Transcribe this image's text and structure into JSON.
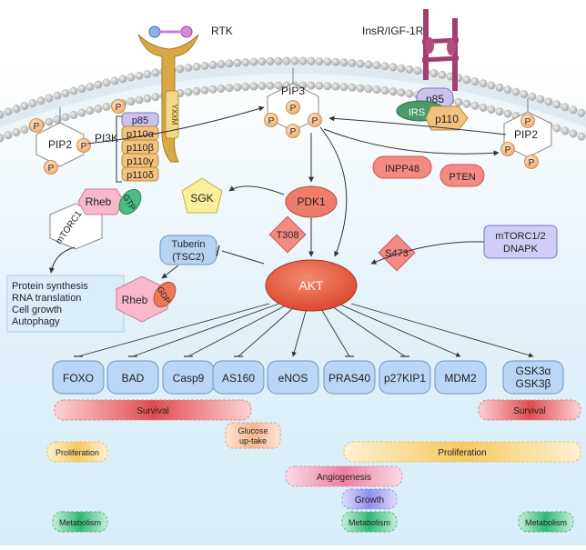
{
  "receptors": {
    "rtk": "RTK",
    "rtk_motif": "YXXM",
    "insr": "InsR/IGF-1R"
  },
  "phospho": "P",
  "lipids": {
    "pip2_left": "PIP2",
    "pip3": "PIP3",
    "pip2_right": "PIP2"
  },
  "pi3k": {
    "label": "PI3K",
    "subunits": [
      "p85",
      "p110α",
      "p110β",
      "p110γ",
      "p110δ"
    ]
  },
  "insr_complex": {
    "p85": "p85",
    "irs": "IRS",
    "p110": "p110"
  },
  "phosphatases": {
    "inpp4b": "INPP48",
    "pten": "PTEN"
  },
  "mtor_left": {
    "mtorc1": "mTORC1",
    "rheb": "Rheb",
    "gtp": "GTP"
  },
  "outputs_list": [
    "Protein synthesis",
    "RNA translation",
    "Cell growth",
    "Autophagy"
  ],
  "tsc": {
    "line1": "Tuberin",
    "line2": "(TSC2)"
  },
  "rheb_gdp": {
    "rheb": "Rheb",
    "gdp": "GDP"
  },
  "kinases": {
    "sgk": "SGK",
    "pdk1": "PDK1",
    "t308": "T308",
    "s473": "S473",
    "mtorc2_line1": "mTORC1/2",
    "mtorc2_line2": "DNAPK",
    "akt": "AKT"
  },
  "targets": [
    "FOXO",
    "BAD",
    "Casp9",
    "AS160",
    "eNOS",
    "PRAS40",
    "p27KIP1",
    "MDM2"
  ],
  "target_gsk": [
    "GSK3α",
    "GSK3β"
  ],
  "effects": {
    "survival_left": "Survival",
    "survival_right": "Survival",
    "glucose_line1": "Glucose",
    "glucose_line2": "up-take",
    "proliferation_left": "Proliferation",
    "proliferation_right": "Proliferation",
    "angiogenesis": "Angiogenesis",
    "growth": "Growth",
    "metabolism_left": "Metabolism",
    "metabolism_center": "Metabolism",
    "metabolism_right": "Metabolism"
  },
  "colors": {
    "membrane_head": "#c6c6c6",
    "phospho": "#f7c58e",
    "pi3k": "#c9c3ee",
    "rheb": "#f8b8cc",
    "gtp": "#4cba84",
    "gdp": "#ec7858",
    "tsc": "#b6d3f1",
    "sgk": "#f9ef9c",
    "pdk1": "#f07c6a",
    "akt": "#e25a3e",
    "target": "#b9d6f7",
    "survival": "#e2595c",
    "proliferation": "#f9d487",
    "angiogenesis": "#ee8fae",
    "growth": "#a6a5ef",
    "metabolism": "#4ac88a",
    "rtk": "#d9a844",
    "insr": "#a33f6f",
    "irs": "#4a9a6a",
    "phosphatase": "#f48a84"
  }
}
